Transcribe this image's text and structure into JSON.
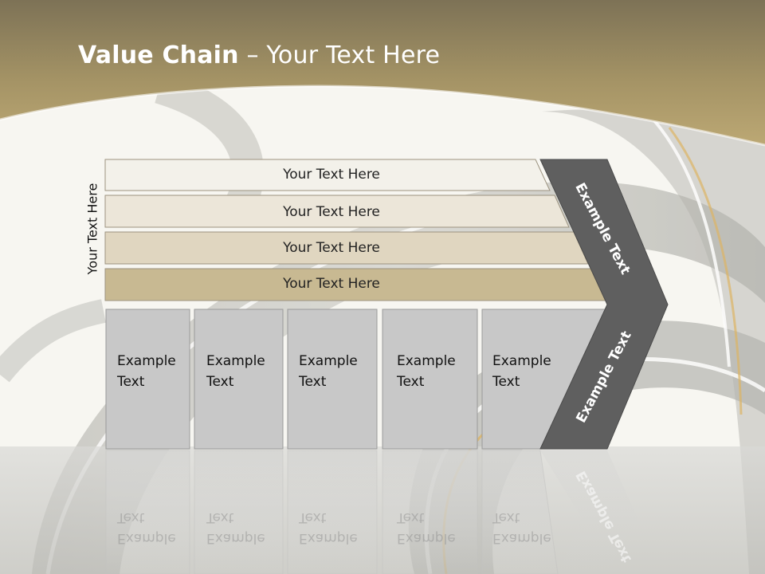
{
  "title": {
    "bold": "Value Chain",
    "rest": " – Your Text Here"
  },
  "side_label": "Your Text Here",
  "bars": [
    {
      "label": "Your Text Here",
      "color": "#f3f1ea"
    },
    {
      "label": "Your Text Here",
      "color": "#ece6d9"
    },
    {
      "label": "Your Text Here",
      "color": "#e0d6c0"
    },
    {
      "label": "Your Text Here",
      "color": "#c8b992"
    }
  ],
  "boxes": [
    {
      "line1": "Example",
      "line2": "Text"
    },
    {
      "line1": "Example",
      "line2": "Text"
    },
    {
      "line1": "Example",
      "line2": "Text"
    },
    {
      "line1": "Example",
      "line2": "Text"
    },
    {
      "line1": "Example",
      "line2": "Text"
    }
  ],
  "chevron": {
    "upper": "Example Text",
    "lower": "Example Text",
    "color": "#5f5f5f"
  },
  "colors": {
    "header_gold": "#b8a573",
    "box_gray": "#c8c8c8"
  }
}
